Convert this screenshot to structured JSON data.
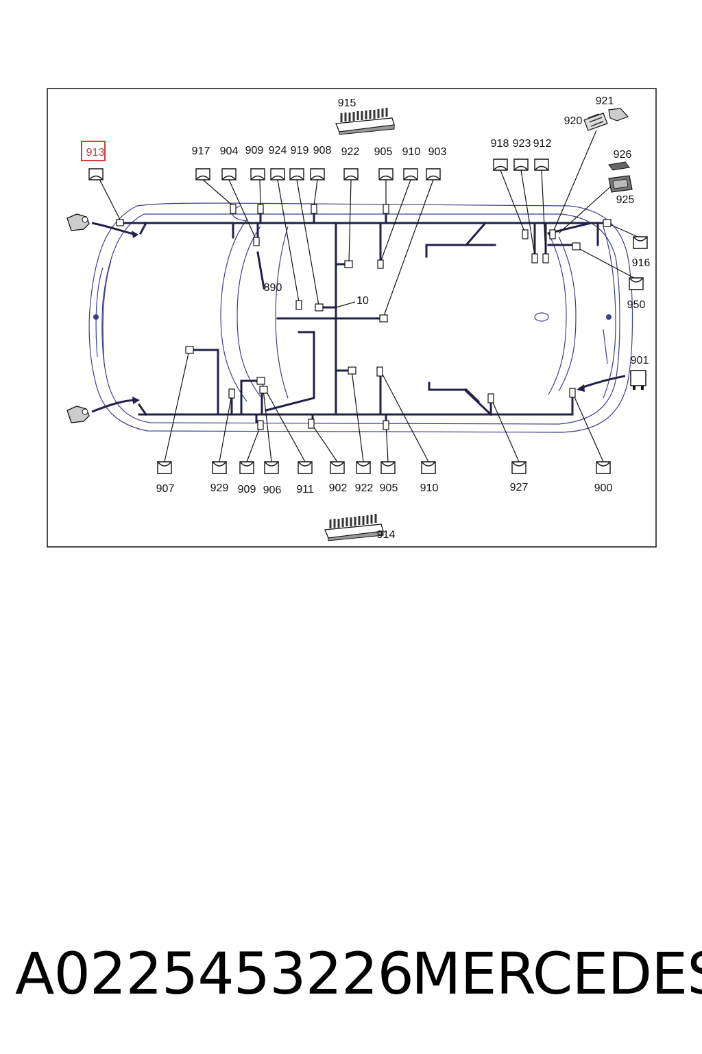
{
  "diagram": {
    "labels": {
      "l915": "915",
      "l921": "921",
      "l920": "920",
      "l926": "926",
      "l925": "925",
      "l913": "913",
      "l917": "917",
      "l904": "904",
      "l909t": "909",
      "l924": "924",
      "l919": "919",
      "l908": "908",
      "l922t": "922",
      "l905t": "905",
      "l910t": "910",
      "l903": "903",
      "l918": "918",
      "l923": "923",
      "l912": "912",
      "l916": "916",
      "l950": "950",
      "l901": "901",
      "l890": "890",
      "l10": "10",
      "l907": "907",
      "l929": "929",
      "l909b": "909",
      "l906": "906",
      "l911": "911",
      "l902": "902",
      "l922b": "922",
      "l905b": "905",
      "l910b": "910",
      "l927": "927",
      "l900": "900",
      "l914": "914"
    },
    "highlight_color": "#d93a3a",
    "wire_color": "#1f2147",
    "body_outline_color": "#3b3f8c"
  },
  "footer": {
    "part_number": "A0225453226",
    "brand": "MERCEDES"
  }
}
